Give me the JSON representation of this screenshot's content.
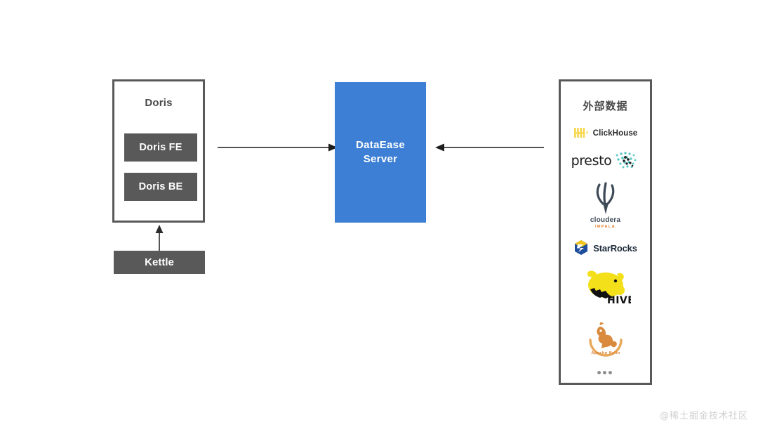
{
  "diagram": {
    "title_hidden": "",
    "doris": {
      "title": "Doris",
      "components": [
        {
          "label": "Doris FE"
        },
        {
          "label": "Doris BE"
        }
      ]
    },
    "kettle": {
      "label": "Kettle"
    },
    "dataease": {
      "line1": "DataEase",
      "line2": "Server"
    },
    "external": {
      "title": "外部数据",
      "sources": [
        {
          "name": "ClickHouse",
          "icon": "clickhouse-icon"
        },
        {
          "name": "presto",
          "icon": "presto-icon"
        },
        {
          "name": "cloudera",
          "subtitle": "IMPALA",
          "icon": "cloudera-icon"
        },
        {
          "name": "StarRocks",
          "icon": "starrocks-icon"
        },
        {
          "name": "HIVE",
          "icon": "hive-icon"
        },
        {
          "name": "Apache Kylin",
          "icon": "kylin-icon"
        }
      ],
      "more": "•••"
    },
    "arrows": [
      {
        "name": "doris-to-dataease",
        "direction": "right"
      },
      {
        "name": "external-to-dataease",
        "direction": "left"
      },
      {
        "name": "kettle-to-doris",
        "direction": "up"
      }
    ]
  },
  "watermark": {
    "text": "@稀土掘金技术社区"
  },
  "colors": {
    "accent_blue": "#3c7fd4",
    "box_gray": "#595959",
    "border_gray": "#595959",
    "text_gray": "#4a4a4a",
    "clickhouse_yellow": "#f5d74e",
    "presto_teal": "#5bc8c4",
    "cloudera_blue": "#3e4a57",
    "starrocks_blue": "#1f4e9c",
    "hive_yellow": "#f4e01a",
    "kylin_orange": "#dc8c43"
  }
}
